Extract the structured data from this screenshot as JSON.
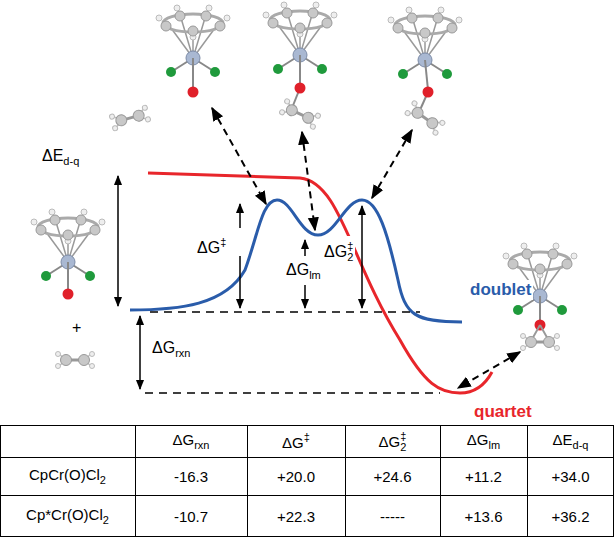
{
  "diagram": {
    "labels": [
      "ΔE",
      "d-q",
      "ΔG",
      "‡",
      "ΔG",
      "lm",
      "ΔG",
      "‡",
      "2",
      "doublet",
      "ΔG",
      "rxn",
      "quartet",
      "+",
      "ΔG",
      "rxn",
      "ΔG",
      "‡",
      "ΔG",
      "‡",
      "2",
      "ΔG",
      "lm",
      "ΔE",
      "d-q",
      "CpCr(O)Cl",
      "2",
      "-16.3",
      "+20.0",
      "+24.6",
      "+11.2",
      "+34.0",
      "Cp*Cr(O)Cl",
      "2",
      "-10.7",
      "+22.3",
      "-----",
      "+13.6",
      "+36.2"
    ]
  }
}
